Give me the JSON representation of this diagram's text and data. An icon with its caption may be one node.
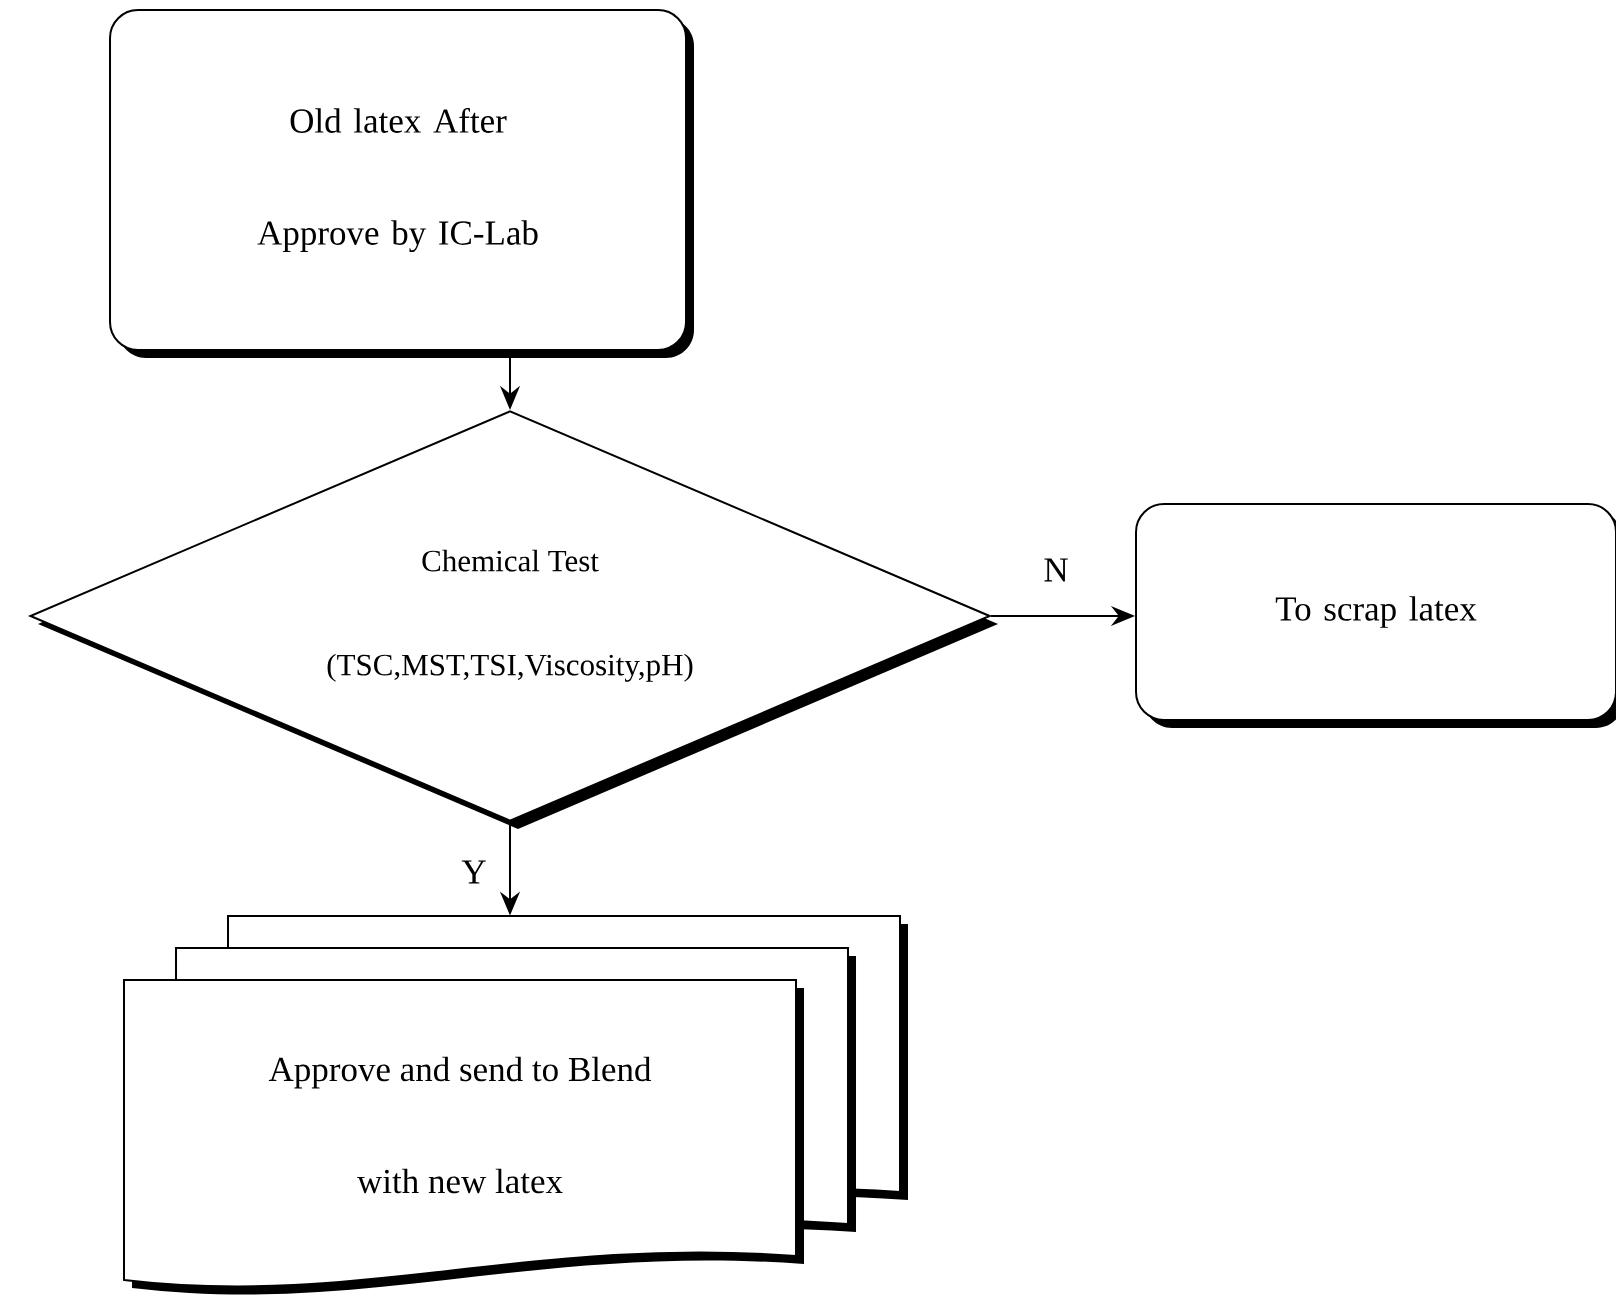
{
  "diagram": {
    "nodes": [
      {
        "text": [
          "Old latex After Approve by IC-Lab"
        ]
      },
      {
        "text": [
          "Chemical Test",
          "(TSC,MST,TSI,Viscosity,pH)"
        ]
      },
      {
        "text": [
          "To scrap latex"
        ]
      },
      {
        "text": [
          "Approve and send to Blend with new latex"
        ]
      }
    ],
    "edges": [
      {
        "from": 0,
        "to": 1,
        "arrow": "to"
      },
      {
        "from": 1,
        "to": 2,
        "arrow": "to",
        "label": "N"
      },
      {
        "from": 1,
        "to": 3,
        "arrow": "to",
        "label": "Y"
      }
    ]
  }
}
